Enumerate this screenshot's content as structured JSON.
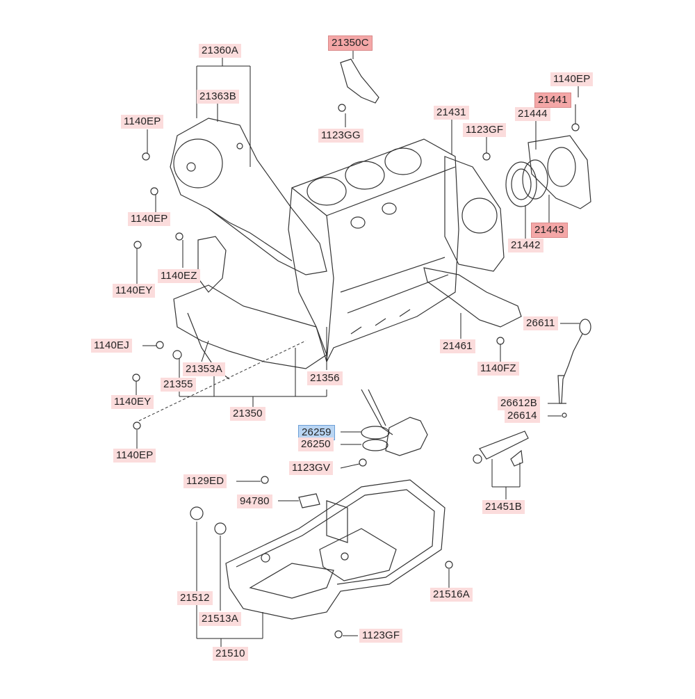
{
  "diagram": {
    "colors": {
      "label_bg": "#fbdcdc",
      "label_bg_highlighted": "#f4a7a7",
      "label_bg_selected": "#b9d5f3",
      "line": "#222222"
    },
    "labels": {
      "l_21360A": "21360A",
      "l_21363B": "21363B",
      "l_21350C": "21350C",
      "l_1123GG": "1123GG",
      "l_1140EP_a": "1140EP",
      "l_1140EP_b": "1140EP",
      "l_1140EP_c": "1140EP",
      "l_1140EP_d": "1140EP",
      "l_1140EZ": "1140EZ",
      "l_1140EY_a": "1140EY",
      "l_1140EY_b": "1140EY",
      "l_1140EJ": "1140EJ",
      "l_21353A": "21353A",
      "l_21355": "21355",
      "l_21356": "21356",
      "l_21350": "21350",
      "l_21431": "21431",
      "l_1123GF_a": "1123GF",
      "l_21444": "21444",
      "l_21441": "21441",
      "l_21443": "21443",
      "l_21442": "21442",
      "l_21461": "21461",
      "l_1140FZ": "1140FZ",
      "l_26611": "26611",
      "l_26612B": "26612B",
      "l_26614": "26614",
      "l_26259": "26259",
      "l_26250": "26250",
      "l_1123GV": "1123GV",
      "l_1129ED": "1129ED",
      "l_94780": "94780",
      "l_21451B": "21451B",
      "l_21512": "21512",
      "l_21513A": "21513A",
      "l_21516A": "21516A",
      "l_1123GF_b": "1123GF",
      "l_21510": "21510"
    }
  }
}
